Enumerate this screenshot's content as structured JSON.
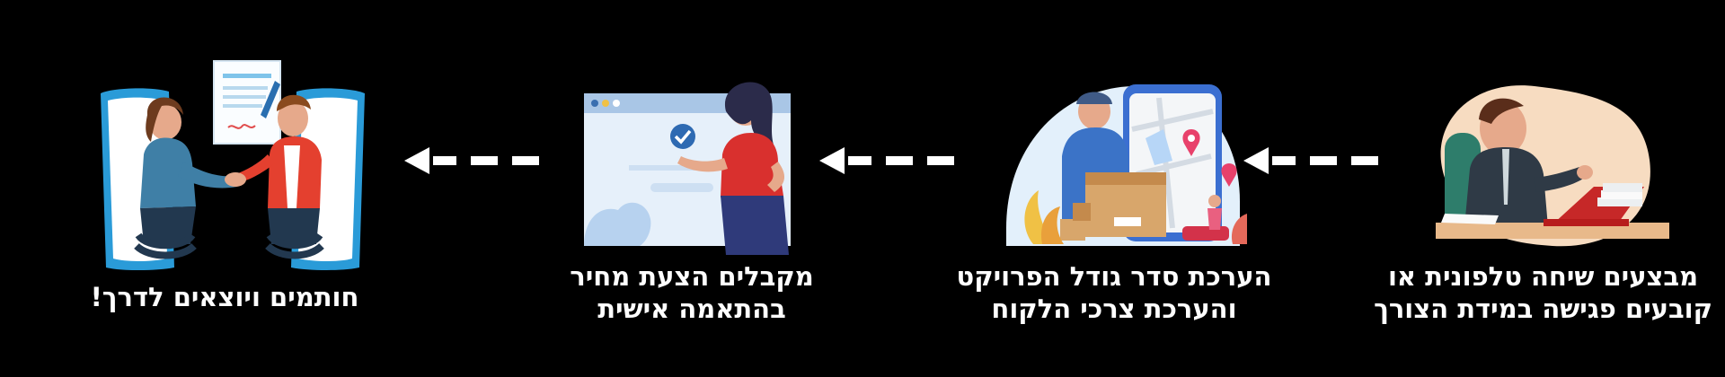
{
  "steps": [
    {
      "id": "call",
      "icon": "phone-call-illustration",
      "lines": [
        "מבצעים שיחה טלפונית או",
        "קובעים פגישה במידת הצורך"
      ]
    },
    {
      "id": "scope",
      "icon": "delivery-map-illustration",
      "lines": [
        "הערכת סדר גודל הפרויקט",
        "והערכת צרכי הלקוח"
      ]
    },
    {
      "id": "quote",
      "icon": "price-quote-illustration",
      "lines": [
        "מקבלים הצעת מחיר",
        "בהתאמה אישית"
      ]
    },
    {
      "id": "sign",
      "icon": "handshake-contract-illustration",
      "lines": [
        "חותמים ויוצאים לדרך!"
      ]
    }
  ],
  "colors": {
    "background": "#000000",
    "text": "#ffffff",
    "arrow": "#ffffff"
  }
}
